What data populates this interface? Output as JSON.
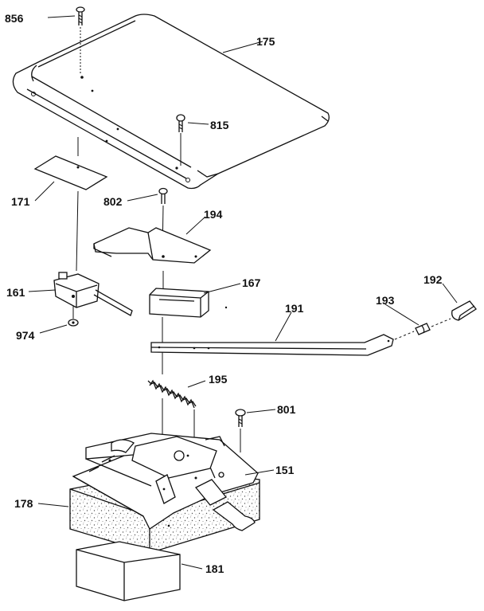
{
  "diagram": {
    "labels": {
      "p856": "856",
      "p175": "175",
      "p815": "815",
      "p171": "171",
      "p802": "802",
      "p194": "194",
      "p161": "161",
      "p167": "167",
      "p192": "192",
      "p193": "193",
      "p191": "191",
      "p974": "974",
      "p195": "195",
      "p801": "801",
      "p151": "151",
      "p178": "178",
      "p181": "181"
    }
  }
}
